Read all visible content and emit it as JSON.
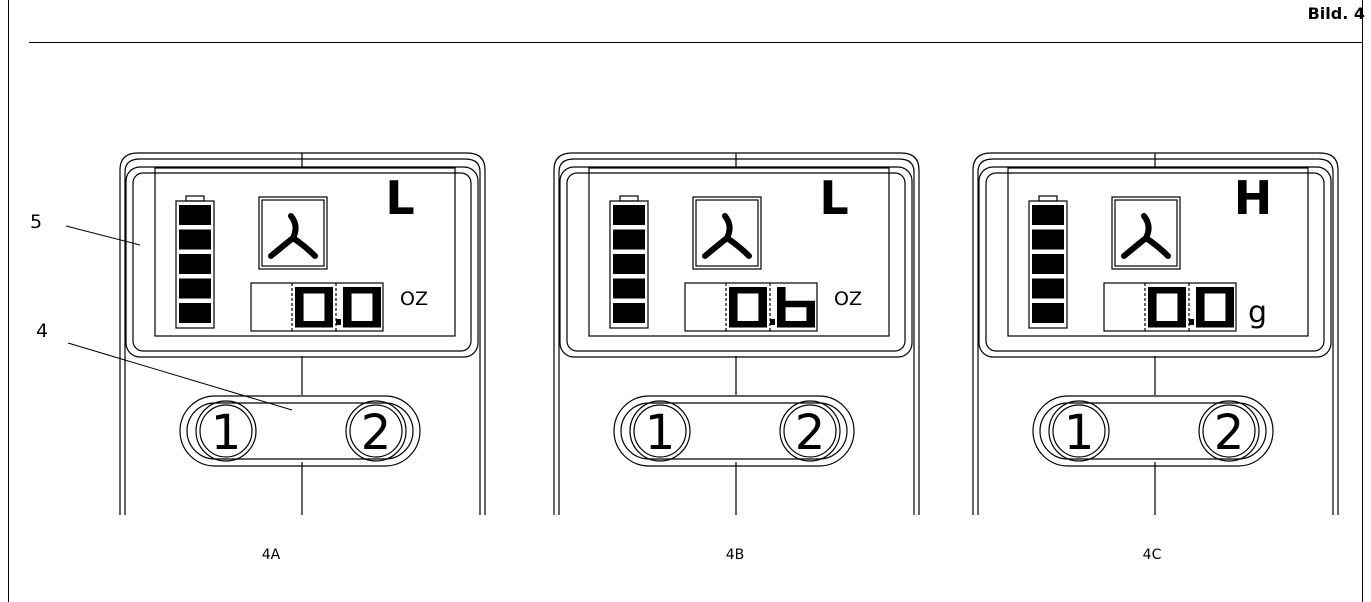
{
  "figure": {
    "title": "Bild. 4"
  },
  "callouts": {
    "display_ref": "5",
    "button_ref": "4"
  },
  "panels": [
    {
      "caption": "4A",
      "mode": "L",
      "digits": [
        "0",
        "0"
      ],
      "unit": "OZ",
      "battery_bars": 5,
      "buttons": [
        "1",
        "2"
      ]
    },
    {
      "caption": "4B",
      "mode": "L",
      "digits": [
        "0",
        "6"
      ],
      "unit": "OZ",
      "battery_bars": 5,
      "buttons": [
        "1",
        "2"
      ]
    },
    {
      "caption": "4C",
      "mode": "H",
      "digits": [
        "0",
        "0"
      ],
      "unit": "g",
      "battery_bars": 5,
      "buttons": [
        "1",
        "2"
      ]
    }
  ],
  "icons": {
    "fan": "fan-icon",
    "battery": "battery-icon"
  }
}
